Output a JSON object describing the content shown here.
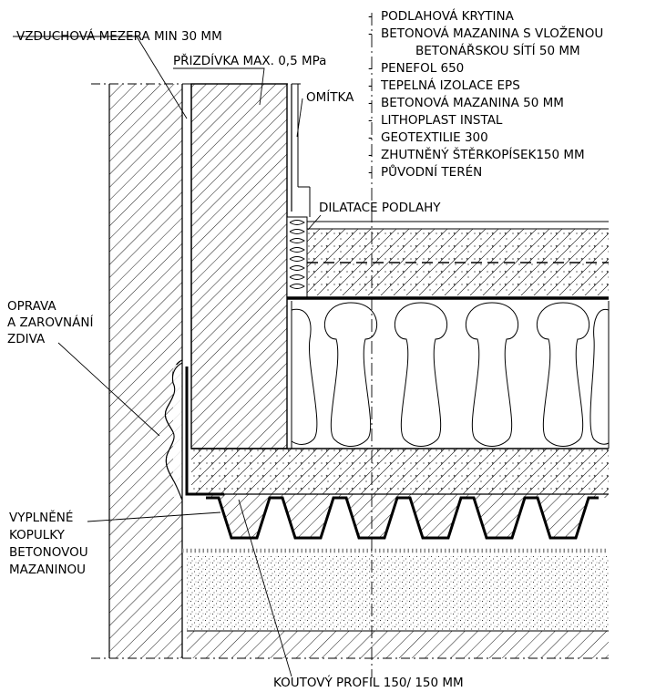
{
  "labels": {
    "air_gap": "VZDUCHOVÁ MEZERA MIN 30 MM",
    "brick_wall": "PŘIZDÍVKA MAX. 0,5 MPa",
    "plaster": "OMÍTKA",
    "expansion_joint": "DILATACE PODLAHY",
    "repair": [
      "OPRAVA",
      "A ZAROVNÁNÍ",
      "ZDIVA"
    ],
    "filled_domes": [
      "VYPLNĚNÉ",
      "KOPULKY",
      "BETONOVOU",
      "MAZANINOU"
    ],
    "corner_profile": "KOUTOVÝ PROFIL 150/ 150 MM"
  },
  "layers": [
    {
      "text": "PODLAHOVÁ KRYTINA",
      "dash": true
    },
    {
      "text": "BETONOVÁ MAZANINA S VLOŽENOU",
      "dash": true
    },
    {
      "text": "BETONÁŘSKOU SÍTÍ 50 MM",
      "dash": false
    },
    {
      "text": "PENEFOL 650",
      "dash": true
    },
    {
      "text": "TEPELNÁ IZOLACE EPS",
      "dash": true
    },
    {
      "text": "BETONOVÁ MAZANINA 50 MM",
      "dash": true
    },
    {
      "text": "LITHOPLAST INSTAL",
      "dash": true
    },
    {
      "text": "GEOTEXTILIE 300",
      "dash": true
    },
    {
      "text": "ZHUTNĚNÝ ŠTĚRKOPÍSEK150 MM",
      "dash": true
    },
    {
      "text": "PŮVODNÍ TERÉN",
      "dash": true
    }
  ],
  "colors": {
    "line": "#000000",
    "hatch": "#000000",
    "membrane_dots": "#777777",
    "background": "#ffffff"
  }
}
